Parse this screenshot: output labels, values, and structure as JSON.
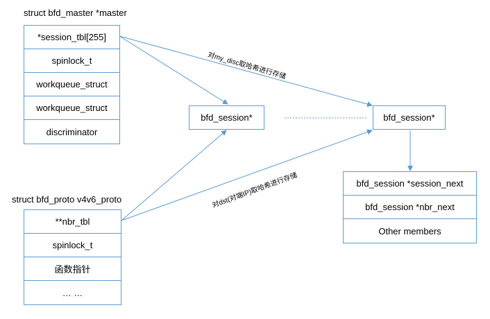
{
  "master": {
    "title": "struct bfd_master *master",
    "fields": [
      "*session_tbl[255]",
      "spinlock_t",
      "workqueue_struct",
      "workqueue_struct",
      "discriminator"
    ]
  },
  "proto": {
    "title": "struct bfd_proto v4v6_proto",
    "fields": [
      "**nbr_tbl",
      "spinlock_t",
      "函数指针",
      "… …"
    ]
  },
  "session_a": {
    "label": "bfd_session*"
  },
  "session_b": {
    "label": "bfd_session*"
  },
  "session_struct": {
    "fields": [
      "bfd_session *session_next",
      "bfd_session *nbr_next",
      "Other members"
    ]
  },
  "edge_labels": {
    "my_disc": "对my_disc取哈希进行存储",
    "dst": "对dst(对端IP)取哈希进行存储"
  },
  "colors": {
    "line": "#5b9bd5"
  }
}
